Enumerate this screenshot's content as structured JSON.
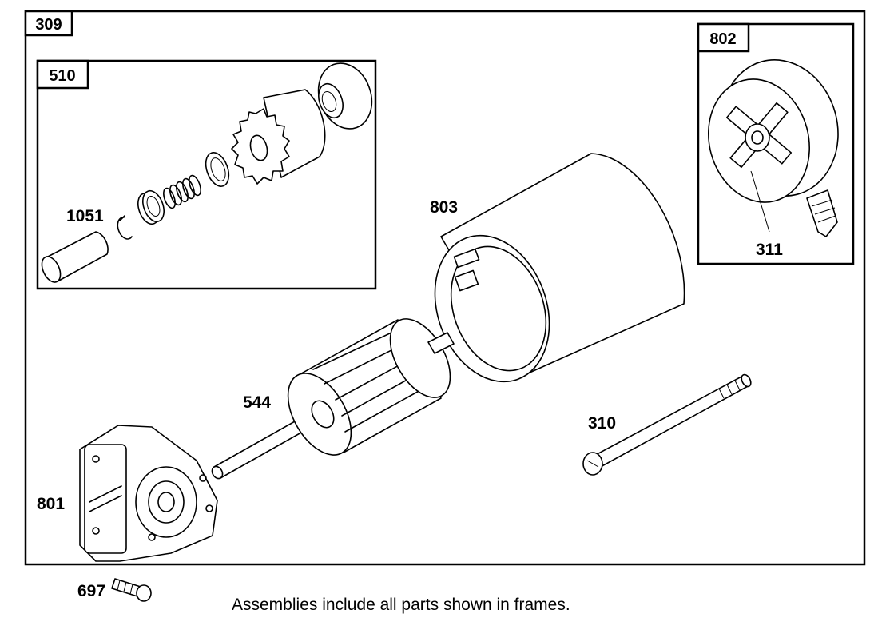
{
  "frames": {
    "main": {
      "label": "309"
    },
    "drive": {
      "label": "510"
    },
    "end_cap": {
      "label": "802"
    }
  },
  "callouts": {
    "retainer": "1051",
    "housing": "803",
    "brush": "311",
    "armature": "544",
    "bolt": "310",
    "drive_cap": "801",
    "screw": "697"
  },
  "footer_note": "Assemblies include all parts shown in frames."
}
